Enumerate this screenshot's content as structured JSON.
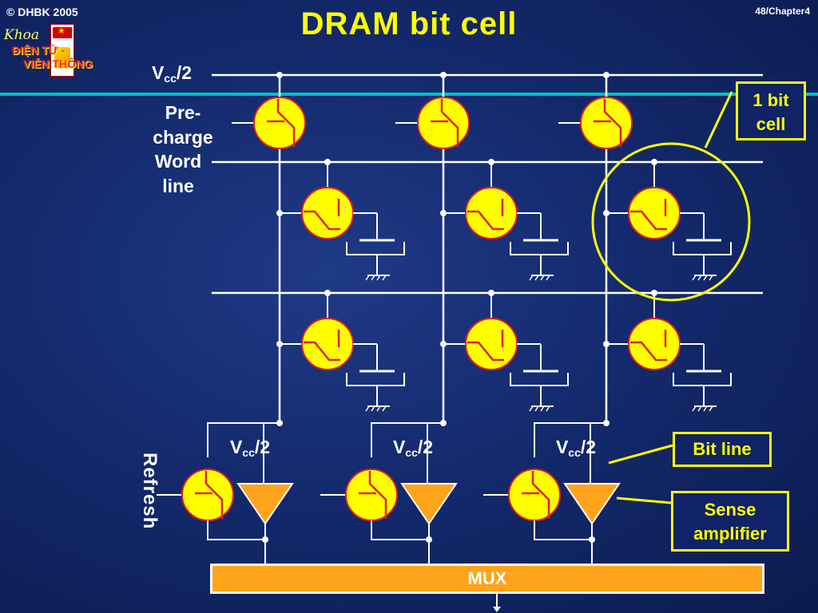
{
  "header": {
    "copyright": "© DHBK 2005",
    "page": "48/Chapter4"
  },
  "title": "DRAM bit cell",
  "logo": {
    "script": "Khoa",
    "line1": "ĐIỆN TỬ -",
    "line2": "VIỄN THÔNG"
  },
  "labels": {
    "vcc": {
      "main": "V",
      "sub": "cc",
      "suffix": "/2"
    },
    "precharge": "Pre-\ncharge",
    "wordline": "Word\nline",
    "refresh": "Refresh"
  },
  "callouts": {
    "bit_cell": "1 bit\ncell",
    "bit_line": "Bit line",
    "sense_amp": "Sense\namplifier"
  },
  "mux": "MUX",
  "colors": {
    "background": "#142a6e",
    "accent_line": "#00c2c2",
    "component_fill": "#ffff00",
    "component_stroke": "#e02020",
    "amplifier_fill": "#ffa31a",
    "callout": "#ffff00",
    "wire": "#ffffff"
  }
}
